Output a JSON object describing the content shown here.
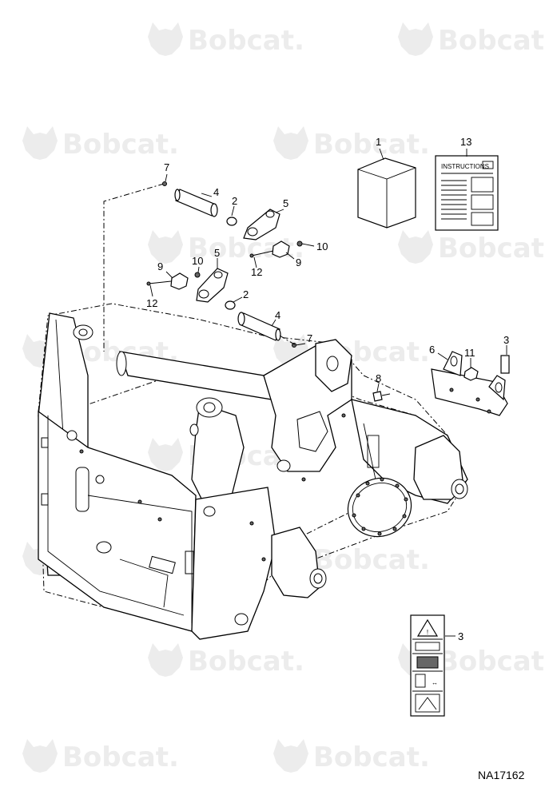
{
  "watermark": {
    "brand_text": "Bobcat.",
    "logo_icon": "bobcat-head-icon",
    "color": "#ececec"
  },
  "diagram": {
    "reference_code": "NA17162",
    "instructions_label": "INSTRUCTIONS",
    "callouts": {
      "c1": "1",
      "c13": "13",
      "c7a": "7",
      "c4a": "4",
      "c2a": "2",
      "c5a": "5",
      "c10a": "10",
      "c9a": "9",
      "c12a": "12",
      "c5b": "5",
      "c10b": "10",
      "c9b": "9",
      "c12b": "12",
      "c2b": "2",
      "c4b": "4",
      "c7b": "7",
      "c6": "6",
      "c11": "11",
      "c3a": "3",
      "c8": "8",
      "c3b": "3"
    }
  }
}
